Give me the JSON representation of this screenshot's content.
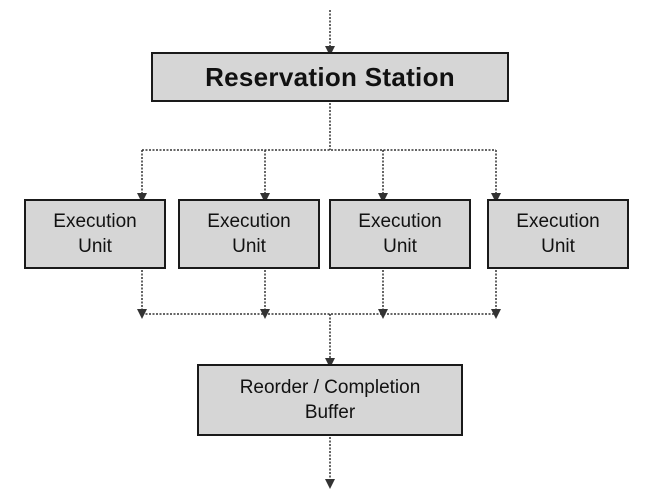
{
  "diagram": {
    "reservation_station": "Reservation Station",
    "execution_units": [
      "Execution\nUnit",
      "Execution\nUnit",
      "Execution\nUnit",
      "Execution\nUnit"
    ],
    "reorder_buffer": "Reorder / Completion\nBuffer",
    "colors": {
      "box_fill": "#d6d6d6",
      "box_border": "#1a1a1a",
      "connector": "#333333"
    }
  }
}
